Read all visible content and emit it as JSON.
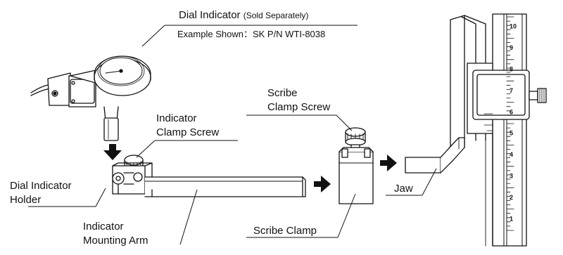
{
  "labels": {
    "dial_indicator": "Dial Indicator",
    "dial_indicator_note": "(Sold Separately)",
    "example_shown": "Example Shown：SK P/N WTI-8038",
    "indicator_clamp_screw_1": "Indicator",
    "indicator_clamp_screw_2": "Clamp Screw",
    "scribe_clamp_screw_1": "Scribe",
    "scribe_clamp_screw_2": "Clamp Screw",
    "dial_indicator_holder_1": "Dial Indicator",
    "dial_indicator_holder_2": "Holder",
    "indicator_mounting_arm_1": "Indicator",
    "indicator_mounting_arm_2": "Mounting Arm",
    "scribe_clamp": "Scribe Clamp",
    "jaw": "Jaw"
  },
  "scale": {
    "major_ticks": [
      "1",
      "2",
      "3",
      "4",
      "5",
      "6",
      "7",
      "8",
      "9",
      "10"
    ]
  },
  "colors": {
    "line": "#111111",
    "gray": "#bdbdbd",
    "light_gray": "#e6e6e6",
    "dark_gray": "#555555"
  }
}
